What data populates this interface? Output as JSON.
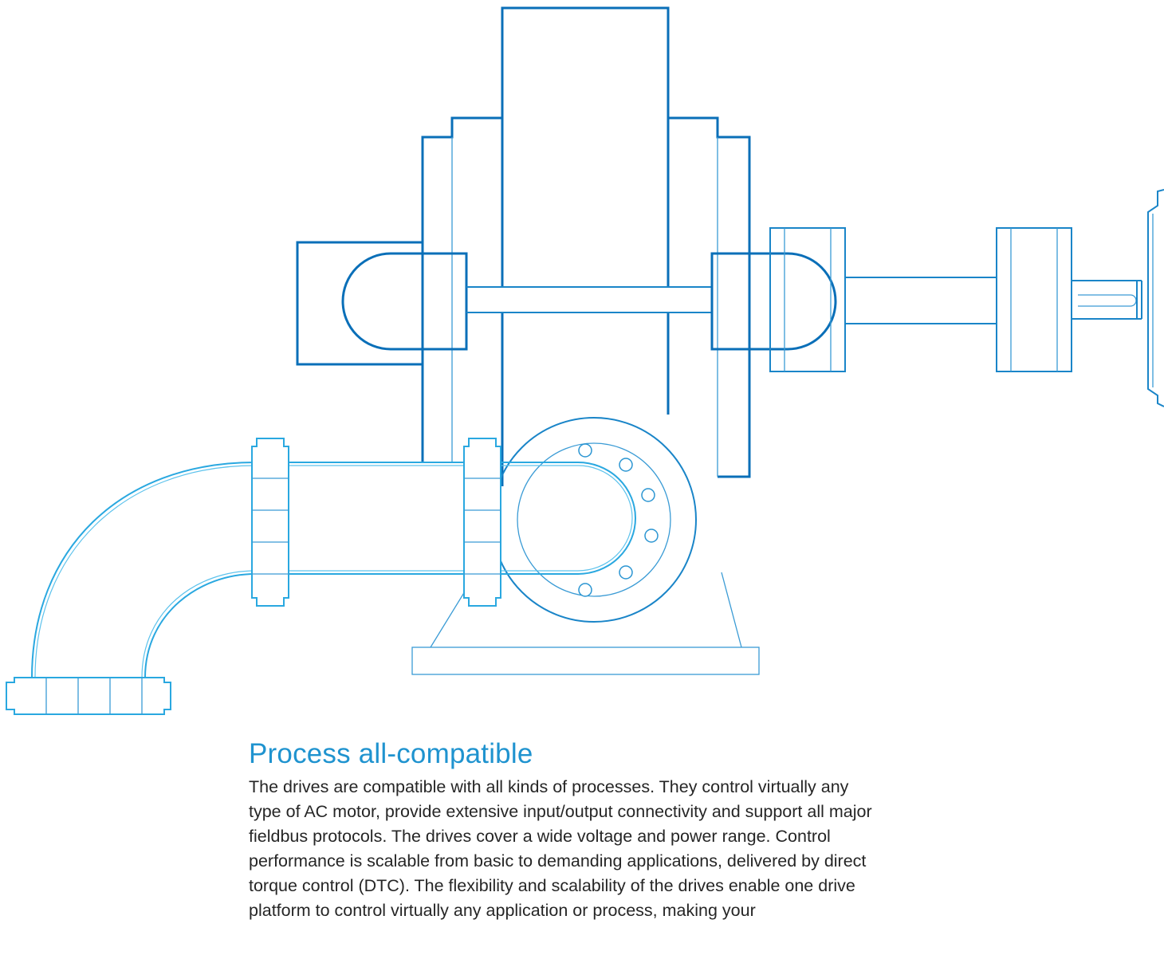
{
  "section": {
    "heading": "Process all-compatible",
    "body": "The drives are compatible with all kinds of processes. They control virtually any type of AC motor, provide extensive input/output connectivity and support all major fieldbus protocols. The drives cover a wide voltage and power range. Control performance is scalable from basic to demanding applications, delivered by direct torque control (DTC). The flexibility and scalability of the drives enable one drive platform to control virtually any application or process, making your"
  },
  "illustration": {
    "subject": "pump-motor-pipeline-line-drawing",
    "colors": {
      "dark_blue": "#0a6fb8",
      "pipe_blue": "#2aa8e0",
      "text": "#262626",
      "heading": "#1f93cf"
    }
  }
}
